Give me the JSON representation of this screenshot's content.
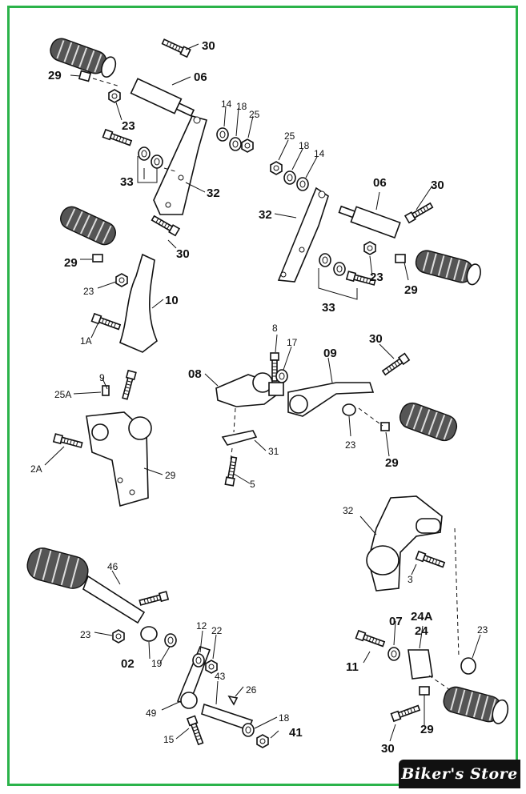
{
  "brand": {
    "store_name": "Biker's Store",
    "frame_color": "#2bb34a"
  },
  "labels": {
    "a_30": "30",
    "a_29": "29",
    "a_06": "06",
    "a_23": "23",
    "a_14": "14",
    "a_18": "18",
    "a_25": "25",
    "a_33": "33",
    "a_32": "32",
    "b_25": "25",
    "b_18": "18",
    "b_14": "14",
    "b_06": "06",
    "b_30": "30",
    "b_32": "32",
    "b_23": "23",
    "b_29": "29",
    "b_33": "33",
    "c_29": "29",
    "c_30": "30",
    "c_23": "23",
    "c_10": "10",
    "c_1A": "1A",
    "d_9": "9",
    "d_25A": "25A",
    "d_2A": "2A",
    "d_29": "29",
    "e_8": "8",
    "e_17": "17",
    "e_09": "09",
    "e_30": "30",
    "e_08": "08",
    "e_31": "31",
    "e_5": "5",
    "e_23": "23",
    "e_29": "29",
    "f_32": "32",
    "f_3": "3",
    "f_07": "07",
    "f_24A": "24A",
    "f_24": "24",
    "f_23": "23",
    "f_11": "11",
    "f_30": "30",
    "f_29": "29",
    "g_46": "46",
    "g_23": "23",
    "g_02": "02",
    "g_19": "19",
    "g_12": "12",
    "g_22": "22",
    "g_43": "43",
    "g_26": "26",
    "g_49": "49",
    "g_18": "18",
    "g_41": "41",
    "g_15": "15"
  }
}
